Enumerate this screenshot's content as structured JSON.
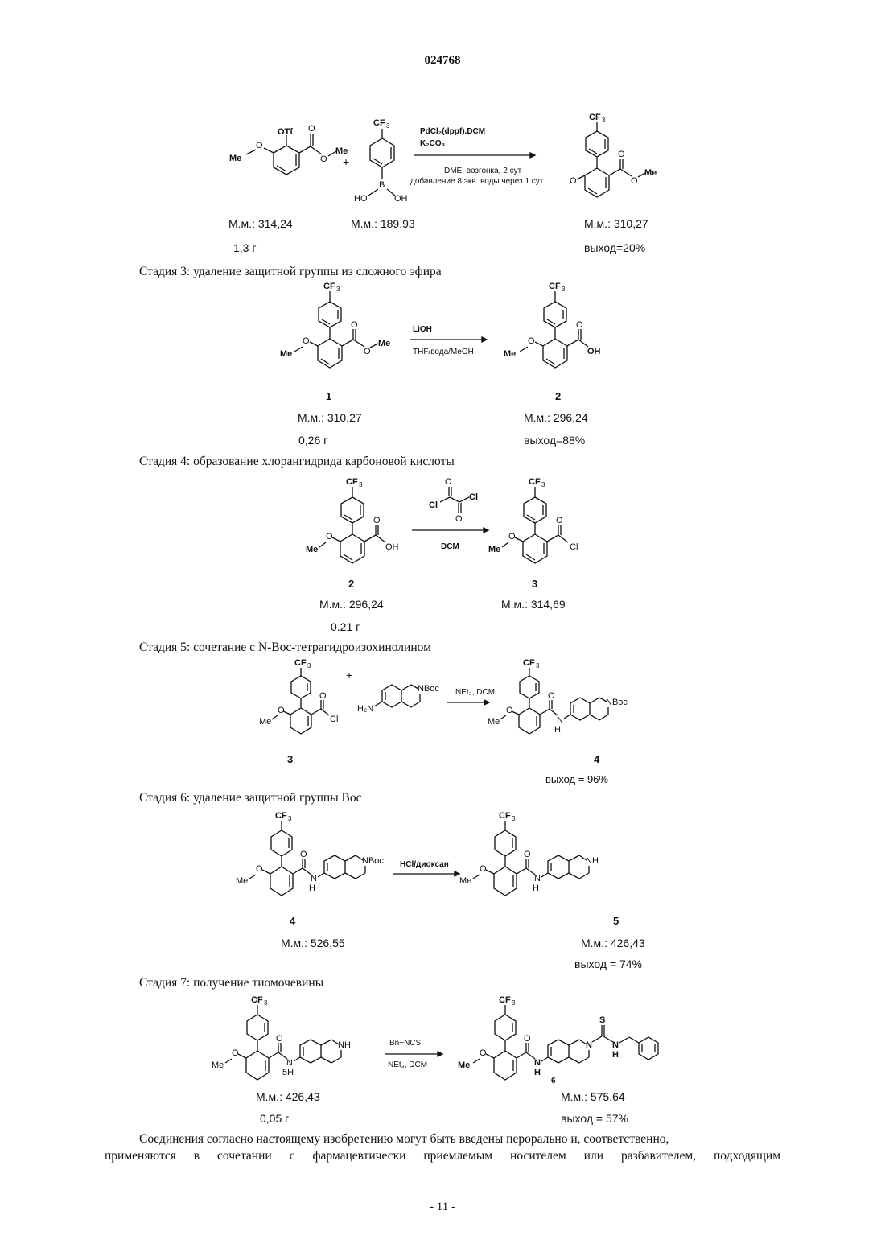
{
  "page": {
    "patent_number": "024768",
    "page_number": "- 11 -"
  },
  "stage2": {
    "reagents_line1": "PdCl₂(dppf).DCM",
    "reagents_line2": "K₂CO₃",
    "conditions_line1": "DME, возгонка, 2 сут",
    "conditions_line2": "добавление 8 экв. воды через 1 сут",
    "left_mw": "М.м.: 314,24",
    "left_mass": "1,3 г",
    "boronic_mw": "М.м.: 189,93",
    "product_mw": "М.м.: 310,27",
    "product_yield": "выход=20%"
  },
  "stage3": {
    "title": "Стадия 3: удаление защитной группы из сложного эфира",
    "reagent": "LiOH",
    "conditions": "THF/вода/MeOH",
    "left_num": "1",
    "left_mw": "М.м.: 310,27",
    "left_mass": "0,26 г",
    "right_num": "2",
    "right_mw": "М.м.: 296,24",
    "right_yield": "выход=88%"
  },
  "stage4": {
    "title": "Стадия 4: образование хлорангидрида карбоновой кислоты",
    "conditions": "DCM",
    "left_num": "2",
    "left_mw": "М.м.: 296,24",
    "left_mass": "0.21 г",
    "right_num": "3",
    "right_mw": "М.м.: 314,69"
  },
  "stage5": {
    "title": "Стадия 5: сочетание с N-Boc-тетрагидроизохинолином",
    "conditions": "NEt₃, DCM",
    "left_num": "3",
    "right_num": "4",
    "right_yield": "выход = 96%"
  },
  "stage6": {
    "title": "Стадия 6: удаление защитной группы Boc",
    "reagent": "HCl/диоксан",
    "left_num": "4",
    "left_mw": "М.м.: 526,55",
    "right_num": "5",
    "right_mw": "М.м.: 426,43",
    "right_yield": "выход = 74%"
  },
  "stage7": {
    "title": "Стадия 7: получение тиомочевины",
    "reagent": "Bn−NCS",
    "conditions": "NEt₃, DCM",
    "left_num": "5",
    "left_mw": "М.м.: 426,43",
    "left_mass": "0,05 г",
    "right_num": "6",
    "right_mw": "М.м.: 575,64",
    "right_yield": "выход = 57%"
  },
  "paragraph": {
    "line1": "Соединения согласно настоящему изобретению могут быть введены перорально и, соответственно,",
    "line2": "применяются в сочетании с фармацевтически приемлемым носителем или разбавителем, подходящим"
  }
}
